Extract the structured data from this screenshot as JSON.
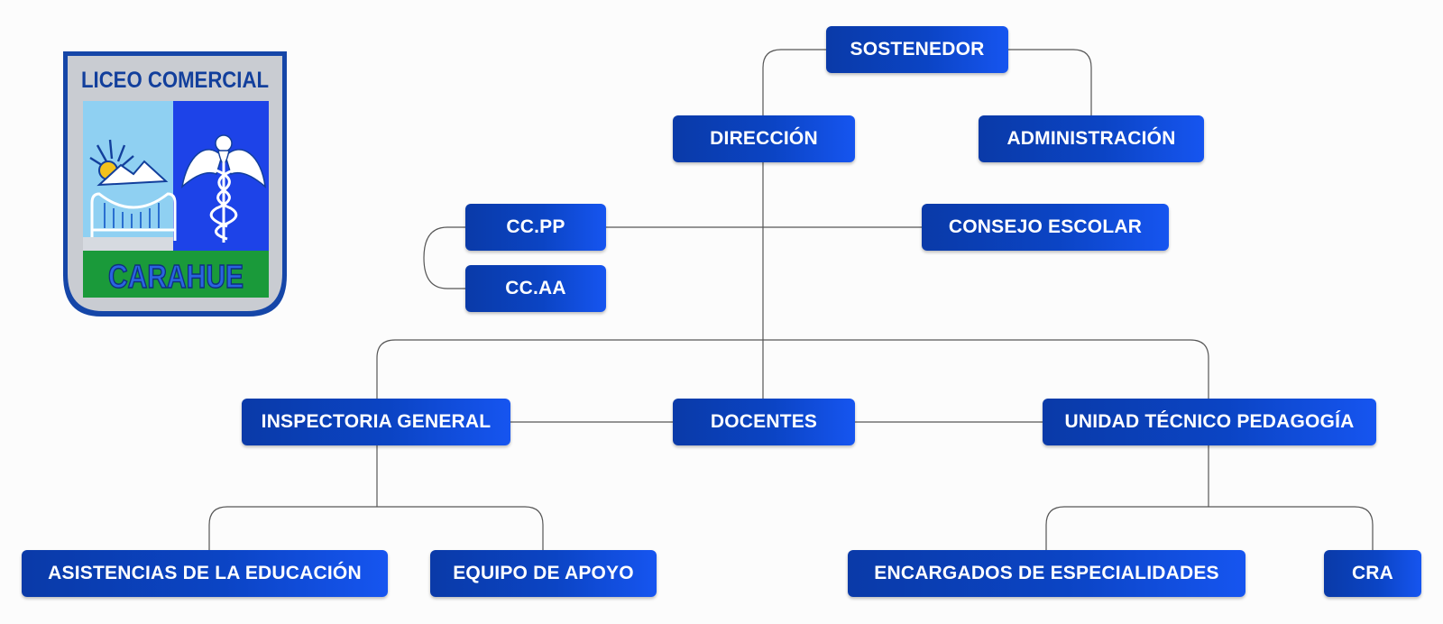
{
  "logo": {
    "title": "LICEO COMERCIAL",
    "town": "CARAHUE",
    "colors": {
      "frame": "#1546a8",
      "inner": "#c9ccd2",
      "sky": "#8fd0f2",
      "field": "#1d43e8",
      "band": "#1a9a3a",
      "sun": "#f2c21b"
    }
  },
  "nodes": {
    "sostenedor": "SOSTENEDOR",
    "direccion": "DIRECCIÓN",
    "administracion": "ADMINISTRACIÓN",
    "ccpp": "CC.PP",
    "consejo": "CONSEJO ESCOLAR",
    "ccaa": "CC.AA",
    "inspectoria": "INSPECTORIA GENERAL",
    "docentes": "DOCENTES",
    "utp": "UNIDAD TÉCNICO PEDAGOGÍA",
    "asistencias": "ASISTENCIAS DE LA EDUCACIÓN",
    "apoyo": "EQUIPO DE APOYO",
    "especialidades": "ENCARGADOS DE ESPECIALIDADES",
    "cra": "CRA"
  },
  "colors": {
    "node": "#0b44c4",
    "line": "#555555"
  }
}
